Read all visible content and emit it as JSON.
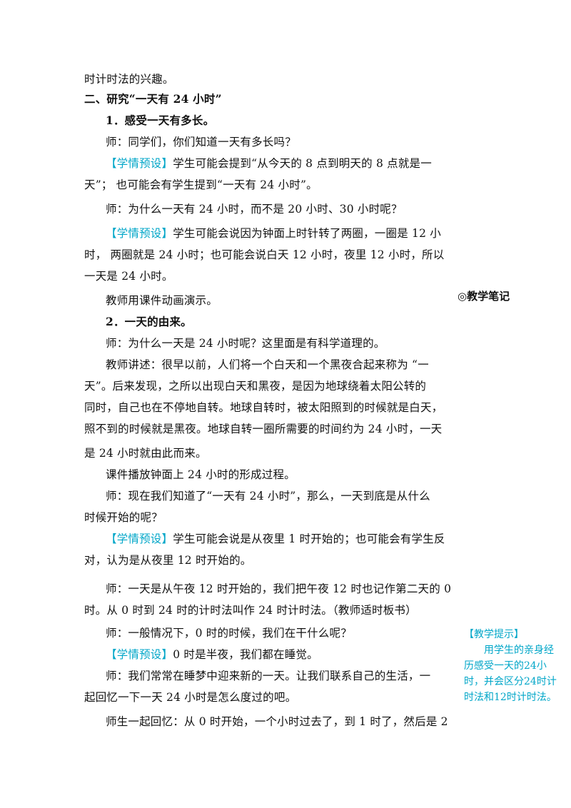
{
  "lines": [
    {
      "segments": [
        {
          "text": "时计时法的兴趣。"
        }
      ]
    },
    {
      "bold": true,
      "segments": [
        {
          "text": "二、研究“一天有 24 小时”"
        }
      ]
    },
    {
      "indent": true,
      "bold": true,
      "segments": [
        {
          "text": "1．感受一天有多长。"
        }
      ]
    },
    {
      "indent": true,
      "segments": [
        {
          "text": "师：同学们，你们知道一天有多长吗？"
        }
      ]
    },
    {
      "indent": true,
      "segments": [
        {
          "text": "【学情预设】",
          "hl": true
        },
        {
          "text": "学生可能会提到“从今天的 8 点到明天的 8 点就是一"
        }
      ]
    },
    {
      "segments": [
        {
          "text": "天”；  也可能会有学生提到“一天有 24 小时”。"
        }
      ]
    },
    {
      "indent": true,
      "segments": [
        {
          "text": "师：为什么一天有 24 小时，而不是 20 小时、30 小时呢？"
        }
      ]
    },
    {
      "indent": true,
      "segments": [
        {
          "text": "【学情预设】",
          "hl": true
        },
        {
          "text": "学生可能会说因为钟面上时针转了两圈，一圈是   12 小"
        }
      ]
    },
    {
      "segments": [
        {
          "text": "时，  两圈就是 24 小时；也可能会说白天 12 小时，夜里 12 小时，所以"
        }
      ]
    },
    {
      "segments": [
        {
          "text": "一天是 24 小时。"
        }
      ]
    },
    {
      "indent": true,
      "segments": [
        {
          "text": "教师用课件动画演示。"
        }
      ]
    },
    {
      "indent": true,
      "bold": true,
      "segments": [
        {
          "text": "2．一天的由来。"
        }
      ]
    },
    {
      "indent": true,
      "segments": [
        {
          "text": "师：为什么一天是 24 小时呢？这里面是有科学道理的。"
        }
      ]
    },
    {
      "indent": true,
      "segments": [
        {
          "text": "教师讲述：很早以前，人们将一个白天和一个黑夜合起来称为  “一"
        }
      ]
    },
    {
      "segments": [
        {
          "text": "天”。后来发现，之所以出现白天和黑夜，是因为地球绕着太阳公转的"
        }
      ]
    },
    {
      "segments": [
        {
          "text": "同时，自己也在不停地自转。地球自转时，被太阳照到的时候就是白天，"
        }
      ]
    },
    {
      "segments": [
        {
          "text": "照不到的时候就是黑夜。地球自转一圈所需要的时间约为 24 小时，一天"
        }
      ]
    },
    {
      "segments": [
        {
          "text": "是 24 小时就由此而来。"
        }
      ]
    },
    {
      "indent": true,
      "segments": [
        {
          "text": "课件播放钟面上 24 小时的形成过程。"
        }
      ]
    },
    {
      "indent": true,
      "segments": [
        {
          "text": "师：现在我们知道了“一天有 24 小时”，那么，一天到底是从什么"
        }
      ]
    },
    {
      "segments": [
        {
          "text": "时候开始的呢？"
        }
      ]
    },
    {
      "indent": true,
      "segments": [
        {
          "text": "【学情预设】",
          "hl": true
        },
        {
          "text": "学生可能会说是从夜里 1 时开始的；也可能会有学生反"
        }
      ]
    },
    {
      "segments": [
        {
          "text": "对，认为是从夜里 12 时开始的。"
        }
      ]
    },
    {
      "indent": true,
      "segments": [
        {
          "text": "师：一天是从午夜 12 时开始的，我们把午夜 12 时也记作第二天的 0"
        }
      ]
    },
    {
      "segments": [
        {
          "text": "时。从 0 时到 24 时的计时法叫作 24 时计时法。（教师适时板书）"
        }
      ]
    },
    {
      "indent": true,
      "segments": [
        {
          "text": "师：一般情况下，0 时的时候，我们在干什么呢？"
        }
      ]
    },
    {
      "indent": true,
      "segments": [
        {
          "text": "【学情预设】",
          "hl": true
        },
        {
          "text": "0 时是半夜，我们都在睡觉。"
        }
      ]
    },
    {
      "indent": true,
      "segments": [
        {
          "text": "师：我们常常在睡梦中迎来新的一天。让我们联系自己的生活，一"
        }
      ]
    },
    {
      "segments": [
        {
          "text": "起回忆一下一天 24 小时是怎么度过的吧。"
        }
      ]
    },
    {
      "indent": true,
      "segments": [
        {
          "text": "师生一起回忆：从 0 时开始，一个小时过去了，到 1 时了，然后是 2"
        }
      ]
    }
  ],
  "margin_note": "◎教学笔记",
  "tip": {
    "title": "【教学提示】",
    "body": "用学生的亲身经历感受一天的24小时，并会区分24时计时法和12时计时法。"
  },
  "colors": {
    "highlight": "#00a6c8",
    "text": "#111111"
  }
}
